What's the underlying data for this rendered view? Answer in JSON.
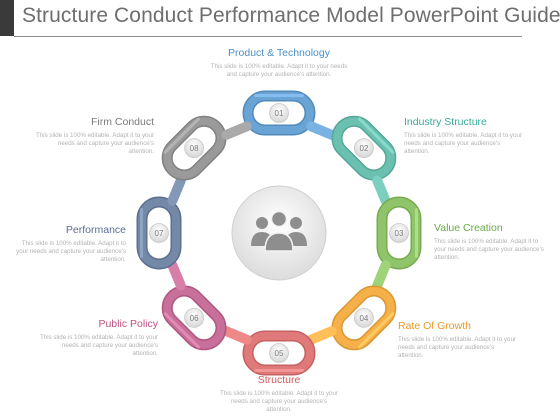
{
  "title": "Structure Conduct Performance Model PowerPoint Guide",
  "center_icon": "people-group-icon",
  "placeholder_body": "This slide is 100% editable. Adapt it to your needs and capture your audience's attention.",
  "steps": [
    {
      "number": "01",
      "label": "Product & Technology",
      "color": "#6aa4d4",
      "label_color": "#4a90c8"
    },
    {
      "number": "02",
      "label": "Industry Structure",
      "color": "#6cc0b0",
      "label_color": "#3aaa9a"
    },
    {
      "number": "03",
      "label": "Value Creation",
      "color": "#8fc46a",
      "label_color": "#6aa84a"
    },
    {
      "number": "04",
      "label": "Rate Of Growth",
      "color": "#f5b04a",
      "label_color": "#e89a2a"
    },
    {
      "number": "05",
      "label": "Structure",
      "color": "#e07a7a",
      "label_color": "#d05a5a"
    },
    {
      "number": "06",
      "label": "Public Policy",
      "color": "#c8709a",
      "label_color": "#c05080"
    },
    {
      "number": "07",
      "label": "Performance",
      "color": "#7488a8",
      "label_color": "#5a6e90"
    },
    {
      "number": "08",
      "label": "Firm Conduct",
      "color": "#9a9a9a",
      "label_color": "#7a7a7a"
    }
  ]
}
